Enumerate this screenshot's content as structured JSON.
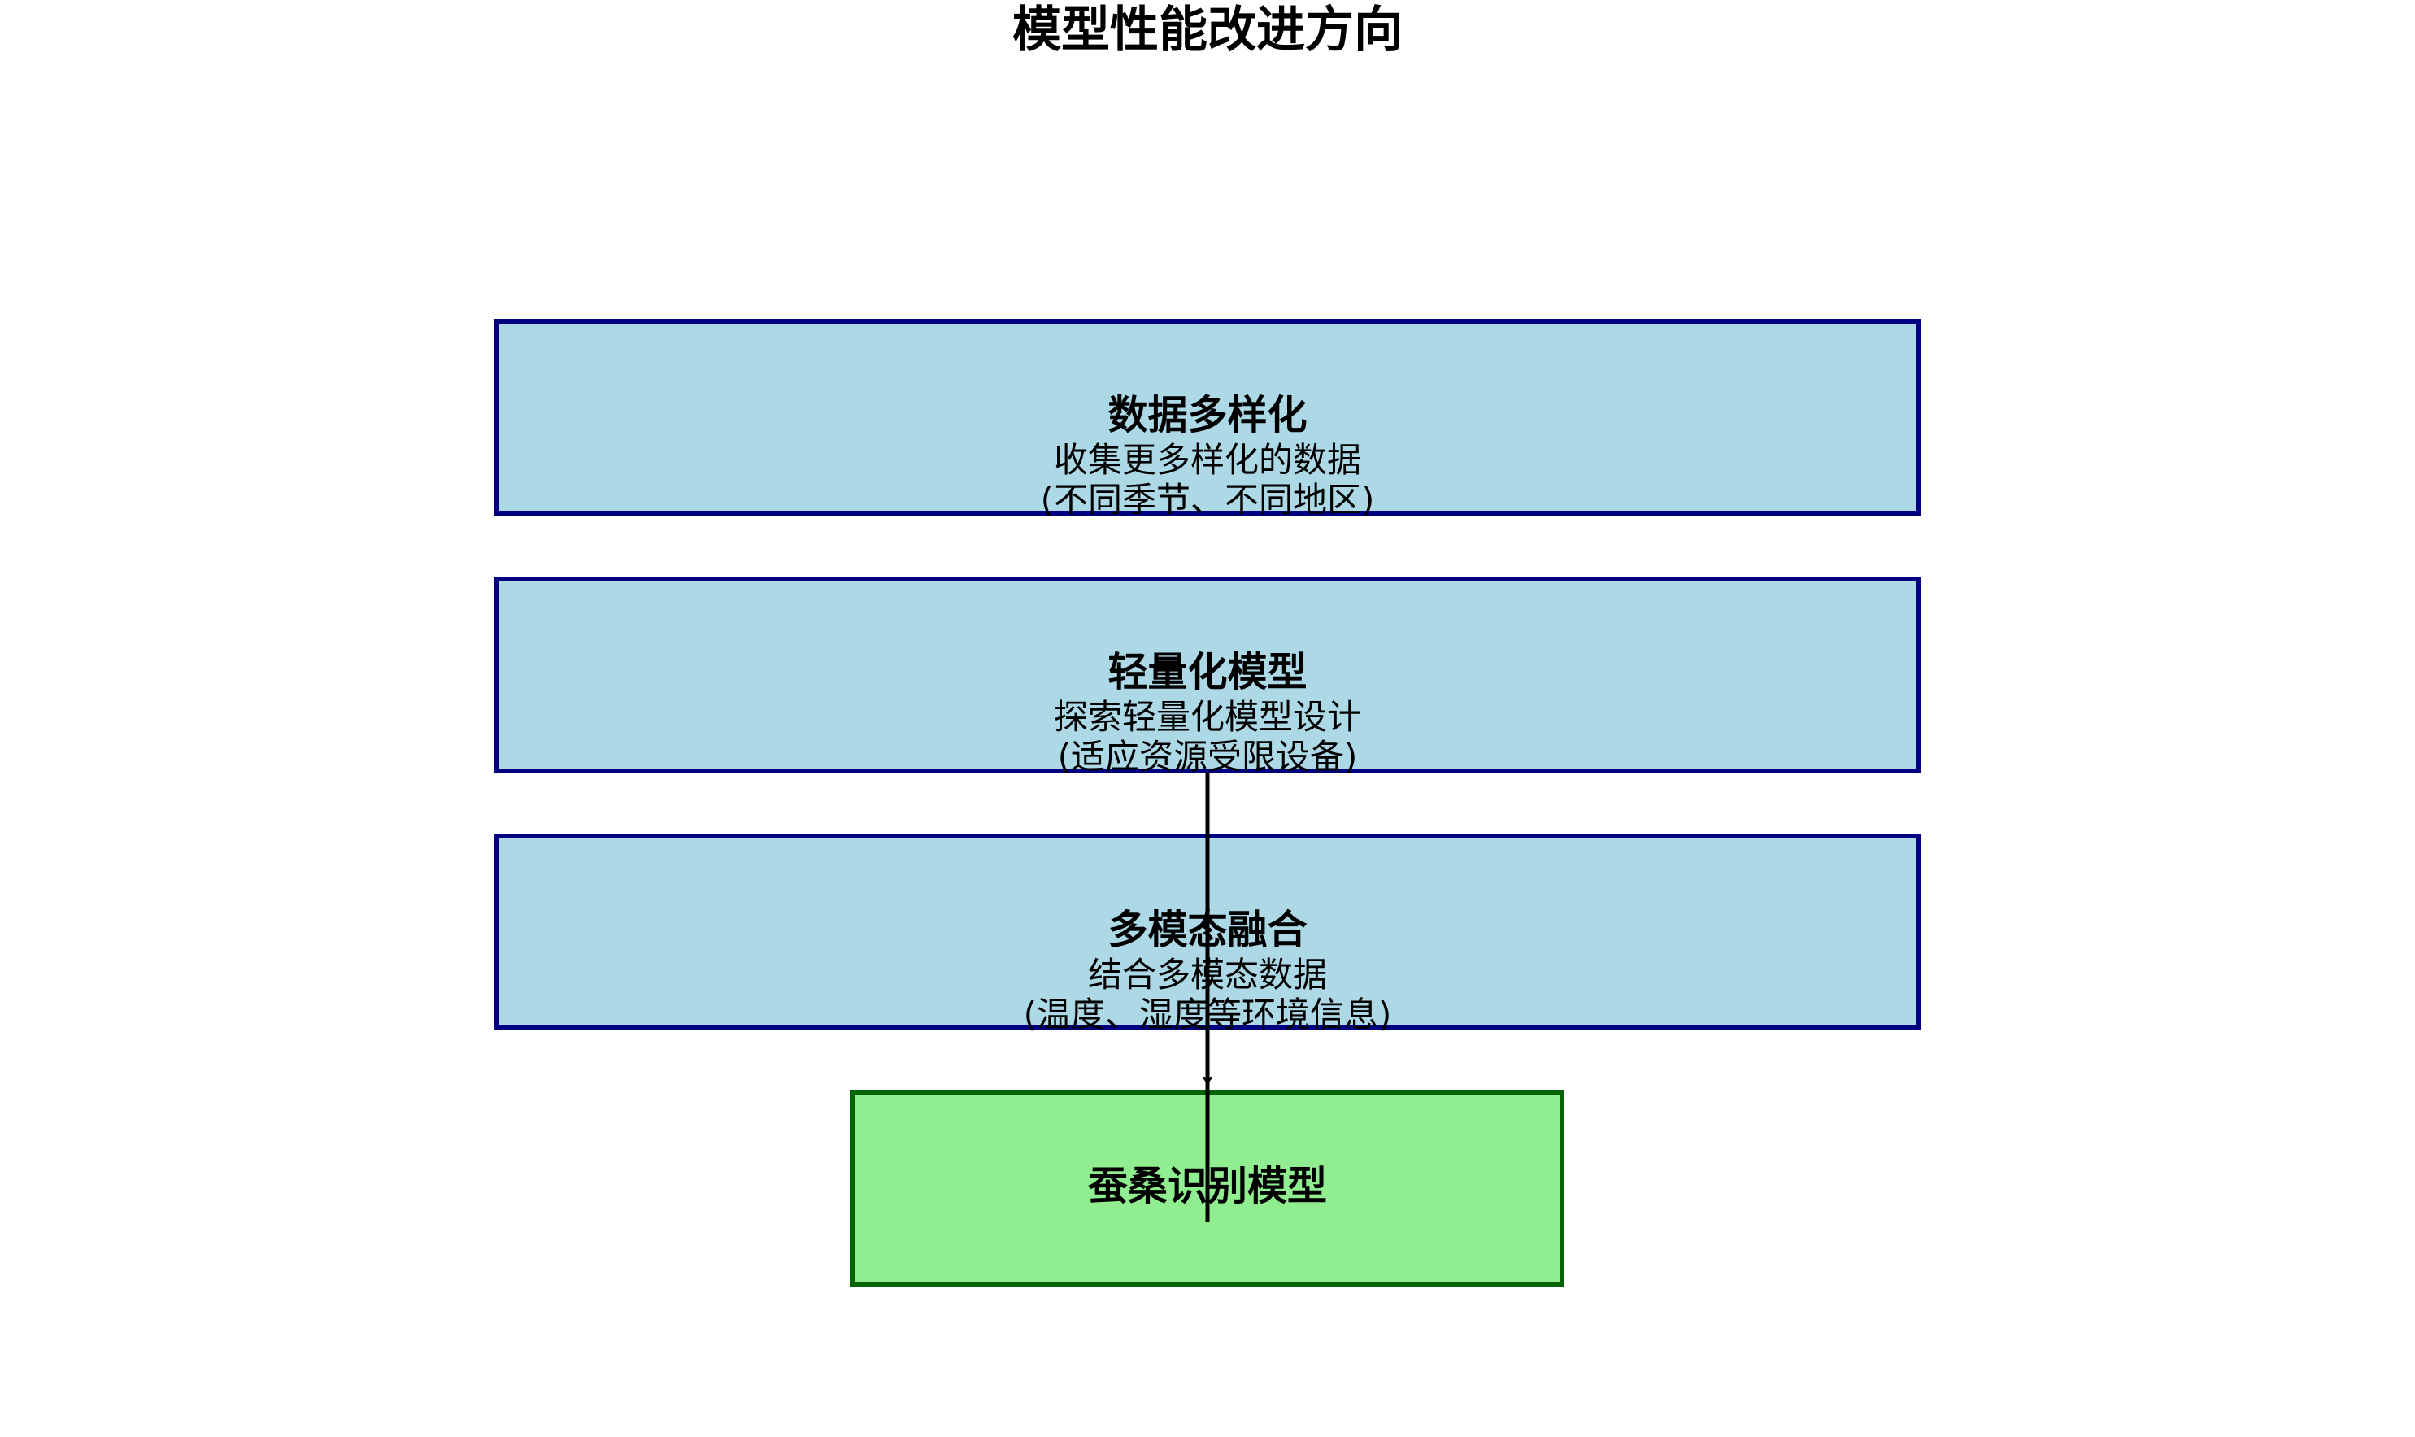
{
  "diagram": {
    "title": "模型性能改进方向",
    "colors": {
      "improvement_fill": "#add8e6",
      "improvement_border": "#000080",
      "target_fill": "#90ee90",
      "target_border": "#006400",
      "arrow": "#000000"
    },
    "improvements": [
      {
        "title": "数据多样化",
        "line1": "收集更多样化的数据",
        "line2": "(不同季节、不同地区)"
      },
      {
        "title": "轻量化模型",
        "line1": "探索轻量化模型设计",
        "line2": "(适应资源受限设备)"
      },
      {
        "title": "多模态融合",
        "line1": "结合多模态数据",
        "line2": "(温度、湿度等环境信息)"
      }
    ],
    "target": {
      "title": "蚕桑识别模型"
    }
  }
}
